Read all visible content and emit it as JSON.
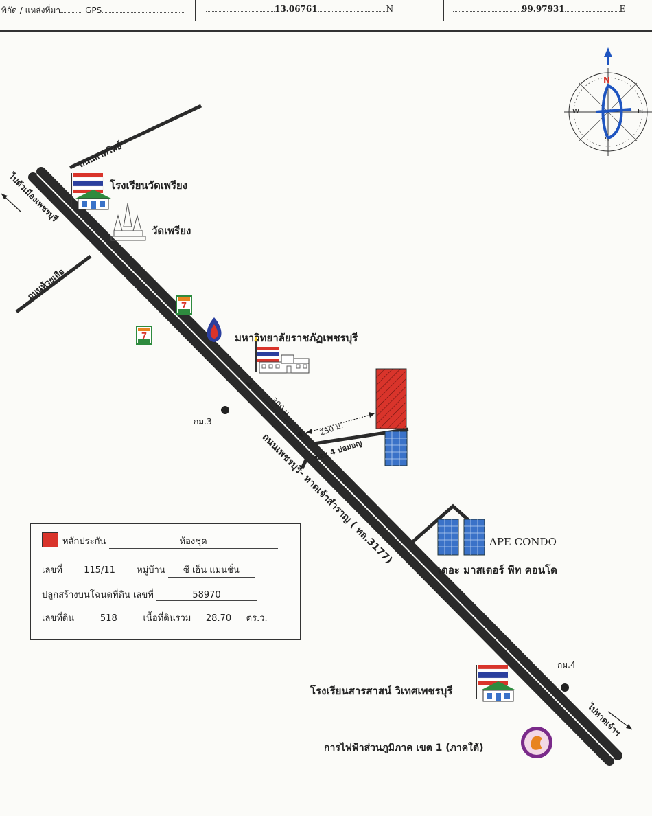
{
  "header": {
    "coord_label": "พิกัด / แหล่งที่มา",
    "source": "GPS",
    "latitude": "13.06761",
    "lat_unit": "N",
    "longitude": "99.97931",
    "lon_unit": "E"
  },
  "compass": {
    "n": "N",
    "s": "S",
    "e": "E",
    "w": "W"
  },
  "roads": {
    "main": "ถนนเพชรบุรี- หาดเจ้าสำราญ ( ทล.3177)",
    "lat_pho": "ถนนลาดโพธิ์",
    "huai_suea": "ถนนห้วยเสือ",
    "soi": "ซอย 4 บ่อมอญ",
    "to_city": "ไปตัวเมืองเพชรบุรี",
    "to_beach": "ไปหาดเจ้าฯ"
  },
  "places": {
    "school1": "โรงเรียนวัดเพรียง",
    "temple": "วัดเพรียง",
    "university": "มหาวิทยาลัยราชภัฏเพชรบุรี",
    "condo_en": "APE CONDO",
    "condo_th": "เดอะ มาสเตอร์ พีท คอนโด",
    "school2": "โรงเรียนสารสาสน์ วิเทศเพชรบุรี",
    "pea": "การไฟฟ้าส่วนภูมิภาค เขต 1 (ภาคใต้)",
    "km3": "กม.3",
    "km4": "กม.4"
  },
  "distances": {
    "d300": "300 ม.",
    "d250": "250 ม."
  },
  "legend": {
    "collateral_label": "หลักประกัน",
    "collateral_value": "ห้องชุด",
    "no_label": "เลขที่",
    "no_value": "115/11",
    "village_label": "หมู่บ้าน",
    "village_value": "ซี เอ็น แมนชั่น",
    "deed_label": "ปลูกสร้างบนโฉนดที่ดิน  เลขที่",
    "deed_value": "58970",
    "land_label": "เลขที่ดิน",
    "land_value": "518",
    "area_label": "เนื้อที่ดินรวม",
    "area_value": "28.70",
    "area_unit": "ตร.ว."
  },
  "colors": {
    "road": "#2a2a2a",
    "collateral": "#d9342b",
    "flag_red": "#d9342b",
    "flag_blue": "#2b3f9e",
    "building_blue": "#3a72c8",
    "green": "#2e8b3e"
  },
  "icons": [
    "compass-icon",
    "flag-icon",
    "school-icon",
    "temple-icon",
    "seven-eleven-icon",
    "ptt-icon",
    "university-icon",
    "condo-icon",
    "pea-logo-icon",
    "km-marker-icon",
    "arrow-icon"
  ]
}
